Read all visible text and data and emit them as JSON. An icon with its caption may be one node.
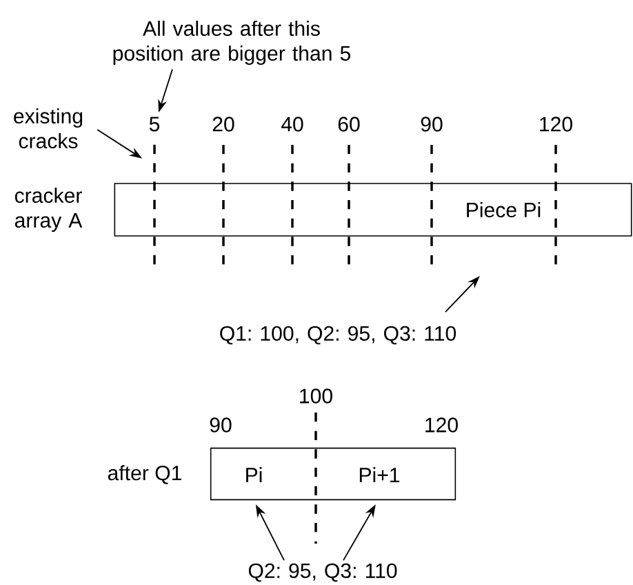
{
  "diagram": {
    "nodes": [
      {
        "text": [
          "All values after this position are bigger than 5"
        ]
      },
      {
        "text": [
          "existing cracks"
        ]
      },
      {
        "text": [
          "5"
        ]
      },
      {
        "text": [
          "Piece Pi"
        ],
        "beside": [
          "cracker array A"
        ]
      },
      {
        "text": [
          "Q1: 100, Q2: 95, Q3: 110"
        ]
      },
      {
        "text": [
          "Pi",
          "Pi+1"
        ],
        "beside": [
          "after Q1"
        ]
      },
      {
        "text": [
          "Q2: 95, Q3: 110"
        ]
      },
      {
        "text": [],
        "shape": "line"
      }
    ],
    "edges": [
      {
        "from": 0,
        "to": 2,
        "arrow": "to"
      },
      {
        "from": 1,
        "to": 7,
        "arrow": "to"
      },
      {
        "from": 4,
        "to": null,
        "arrow": "to"
      },
      {
        "from": 6,
        "to": 5,
        "arrow": "to"
      },
      {
        "from": 6,
        "to": 5,
        "arrow": "to"
      }
    ],
    "labels": [
      "20",
      "40",
      "60",
      "90",
      "120",
      "100",
      "90",
      "120"
    ]
  }
}
